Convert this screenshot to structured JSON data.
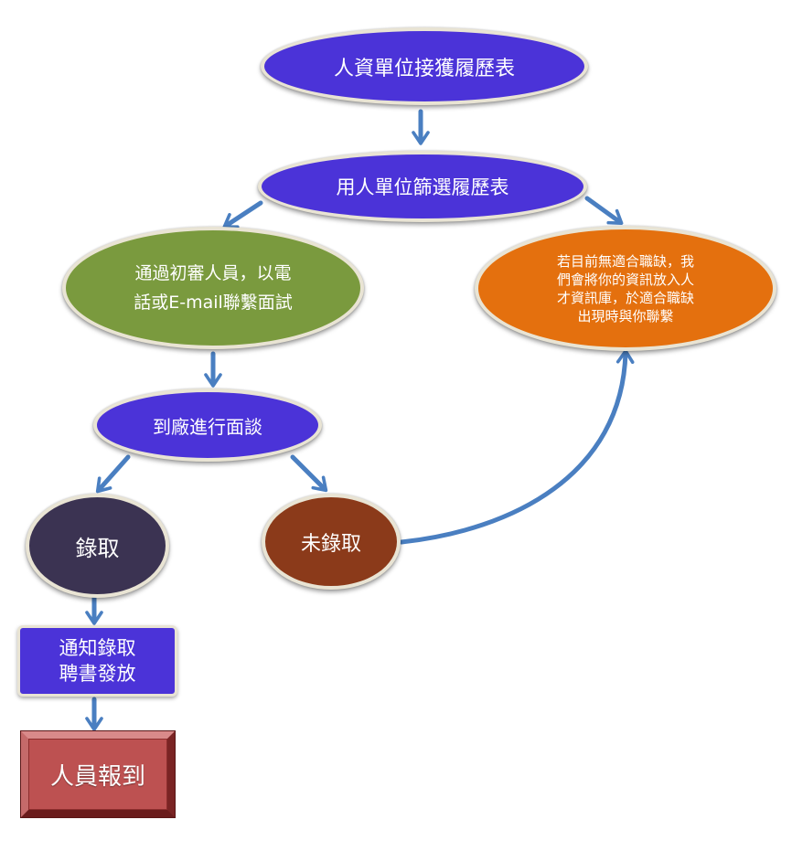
{
  "nodes": {
    "receive_resume": "人資單位接獲履歷表",
    "screen_resume": "用人單位篩選履歷表",
    "passed_screening": [
      "通過初審人員，以電",
      "話或E-mail聯繫面試"
    ],
    "no_opening": [
      "若目前無適合職缺，我",
      "們會將你的資訊放入人",
      "才資訊庫，於適合職缺",
      "出現時與你聯繫"
    ],
    "interview": "到廠進行面談",
    "hired": "錄取",
    "not_hired": "未錄取",
    "notify_offer": [
      "通知錄取",
      "聘書發放"
    ],
    "report_duty": "人員報到"
  },
  "colors": {
    "purple": "#4b33d8",
    "green": "#7a9a3e",
    "orange": "#e4700e",
    "dark": "#3b3352",
    "brown": "#8b3a1a",
    "red": "#b44a4a",
    "arrow": "#4a7fc1"
  }
}
